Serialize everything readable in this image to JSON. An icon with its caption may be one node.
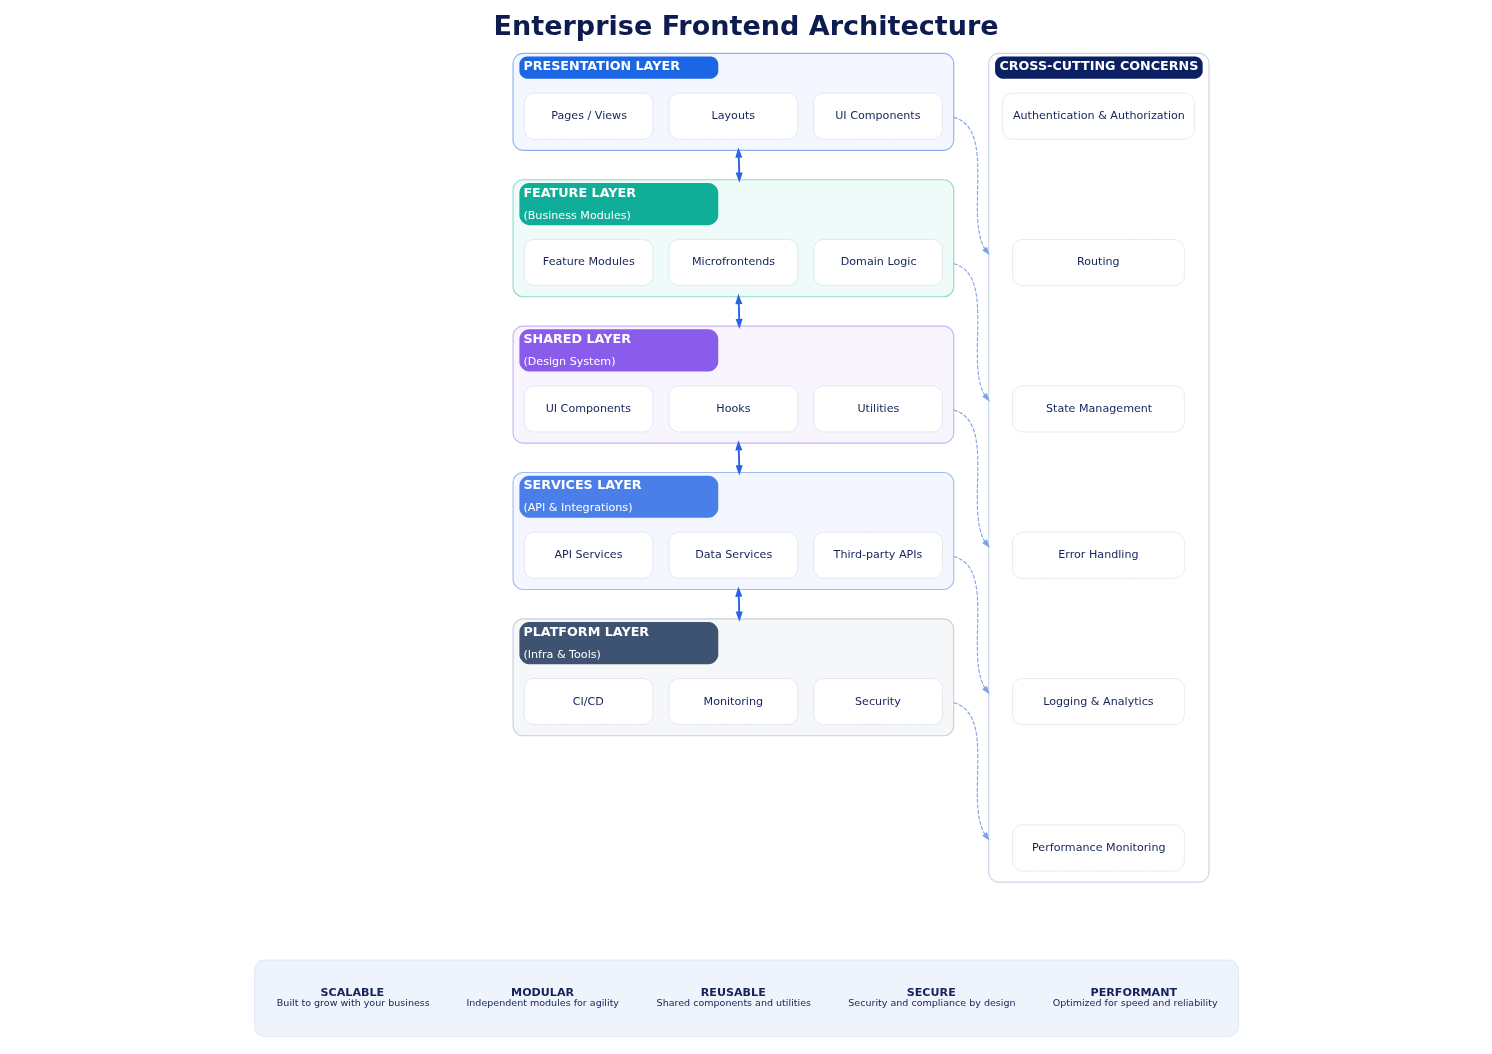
{
  "diagram": {
    "title": "Enterprise Frontend Architecture",
    "nodes": [
      {
        "text": [
          "PRESENTATION LAYER"
        ]
      },
      {
        "text": [
          "Pages / Views"
        ],
        "in": 0
      },
      {
        "text": [
          "Layouts"
        ],
        "in": 0
      },
      {
        "text": [
          "UI Components"
        ],
        "in": 0
      },
      {
        "text": [
          "FEATURE LAYER",
          "(Business Modules)"
        ]
      },
      {
        "text": [
          "Feature Modules"
        ],
        "in": 4
      },
      {
        "text": [
          "Microfrontends"
        ],
        "in": 4
      },
      {
        "text": [
          "Domain Logic"
        ],
        "in": 4
      },
      {
        "text": [
          "SHARED LAYER",
          "(Design System)"
        ]
      },
      {
        "text": [
          "UI Components"
        ],
        "in": 8
      },
      {
        "text": [
          "Hooks"
        ],
        "in": 8
      },
      {
        "text": [
          "Utilities"
        ],
        "in": 8
      },
      {
        "text": [
          "SERVICES LAYER",
          "(API & Integrations)"
        ]
      },
      {
        "text": [
          "API Services"
        ],
        "in": 12
      },
      {
        "text": [
          "Data Services"
        ],
        "in": 12
      },
      {
        "text": [
          "Third-party APIs"
        ],
        "in": 12
      },
      {
        "text": [
          "PLATFORM LAYER",
          "(Infra & Tools)"
        ]
      },
      {
        "text": [
          "CI/CD"
        ],
        "in": 16
      },
      {
        "text": [
          "Monitoring"
        ],
        "in": 16
      },
      {
        "text": [
          "Security"
        ],
        "in": 16
      },
      {
        "text": [
          "CROSS-CUTTING CONCERNS"
        ]
      },
      {
        "text": [
          "Authentication & Authorization"
        ],
        "in": 20
      },
      {
        "text": [
          "Routing"
        ],
        "in": 20
      },
      {
        "text": [
          "State Management"
        ],
        "in": 20
      },
      {
        "text": [
          "Error Handling"
        ],
        "in": 20
      },
      {
        "text": [
          "Logging & Analytics"
        ],
        "in": 20
      },
      {
        "text": [
          "Performance Monitoring"
        ],
        "in": 20
      },
      {
        "text": [],
        "shape": "box"
      },
      {
        "text": [
          "SCALABLE",
          "Built to grow with your business"
        ],
        "in": 27
      },
      {
        "text": [
          "MODULAR",
          "Independent modules for agility"
        ],
        "in": 27
      },
      {
        "text": [
          "REUSABLE",
          "Shared components and utilities"
        ],
        "in": 27
      },
      {
        "text": [
          "SECURE",
          "Security and compliance by design"
        ],
        "in": 27
      },
      {
        "text": [
          "PERFORMANT",
          "Optimized for speed and reliability"
        ],
        "in": 27
      }
    ],
    "edges": [
      {
        "from": 0,
        "to": 4,
        "arrow": "both",
        "color": "#2a64e3"
      },
      {
        "from": 4,
        "to": 8,
        "arrow": "both",
        "color": "#2a64e3"
      },
      {
        "from": 8,
        "to": 12,
        "arrow": "both",
        "color": "#2a64e3"
      },
      {
        "from": 12,
        "to": 16,
        "arrow": "both",
        "color": "#2a64e3"
      },
      {
        "from": 0,
        "to": 20,
        "arrow": "to",
        "style": "dashed"
      },
      {
        "from": 4,
        "to": 20,
        "arrow": "to",
        "style": "dashed"
      },
      {
        "from": 8,
        "to": 20,
        "arrow": "to",
        "style": "dashed"
      },
      {
        "from": 12,
        "to": 20,
        "arrow": "to",
        "style": "dashed"
      },
      {
        "from": 16,
        "to": 20,
        "arrow": "to",
        "style": "dashed"
      }
    ]
  }
}
